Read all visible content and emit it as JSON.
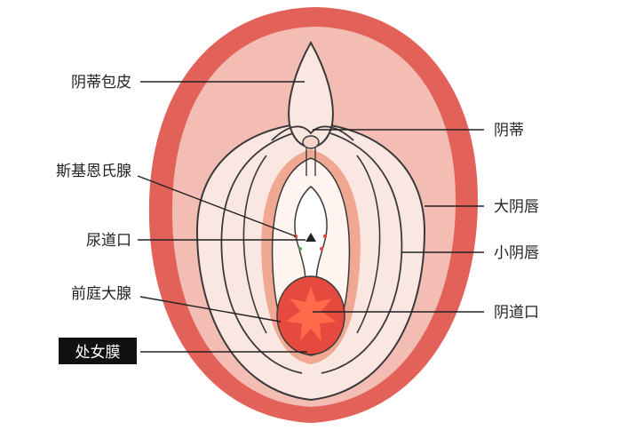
{
  "labels": {
    "clitoral_hood": "阴蒂包皮",
    "clitoris": "阴蒂",
    "skenes_gland": "斯基恩氏腺",
    "labia_majora": "大阴唇",
    "urethral_opening": "尿道口",
    "labia_minora": "小阴唇",
    "bartholin_gland": "前庭大腺",
    "vaginal_opening": "阴道口",
    "hymen": "处女膜"
  },
  "colors": {
    "outer_red": "#e2625a",
    "outer_pink": "#f4bdb3",
    "inner_light": "#fbe7e1",
    "center_pink": "#f1a892",
    "vaginal_red": "#e64a3e",
    "vaginal_bright": "#ff6a4a",
    "outline": "#3a3a3a",
    "hymen_box": "#111111"
  }
}
